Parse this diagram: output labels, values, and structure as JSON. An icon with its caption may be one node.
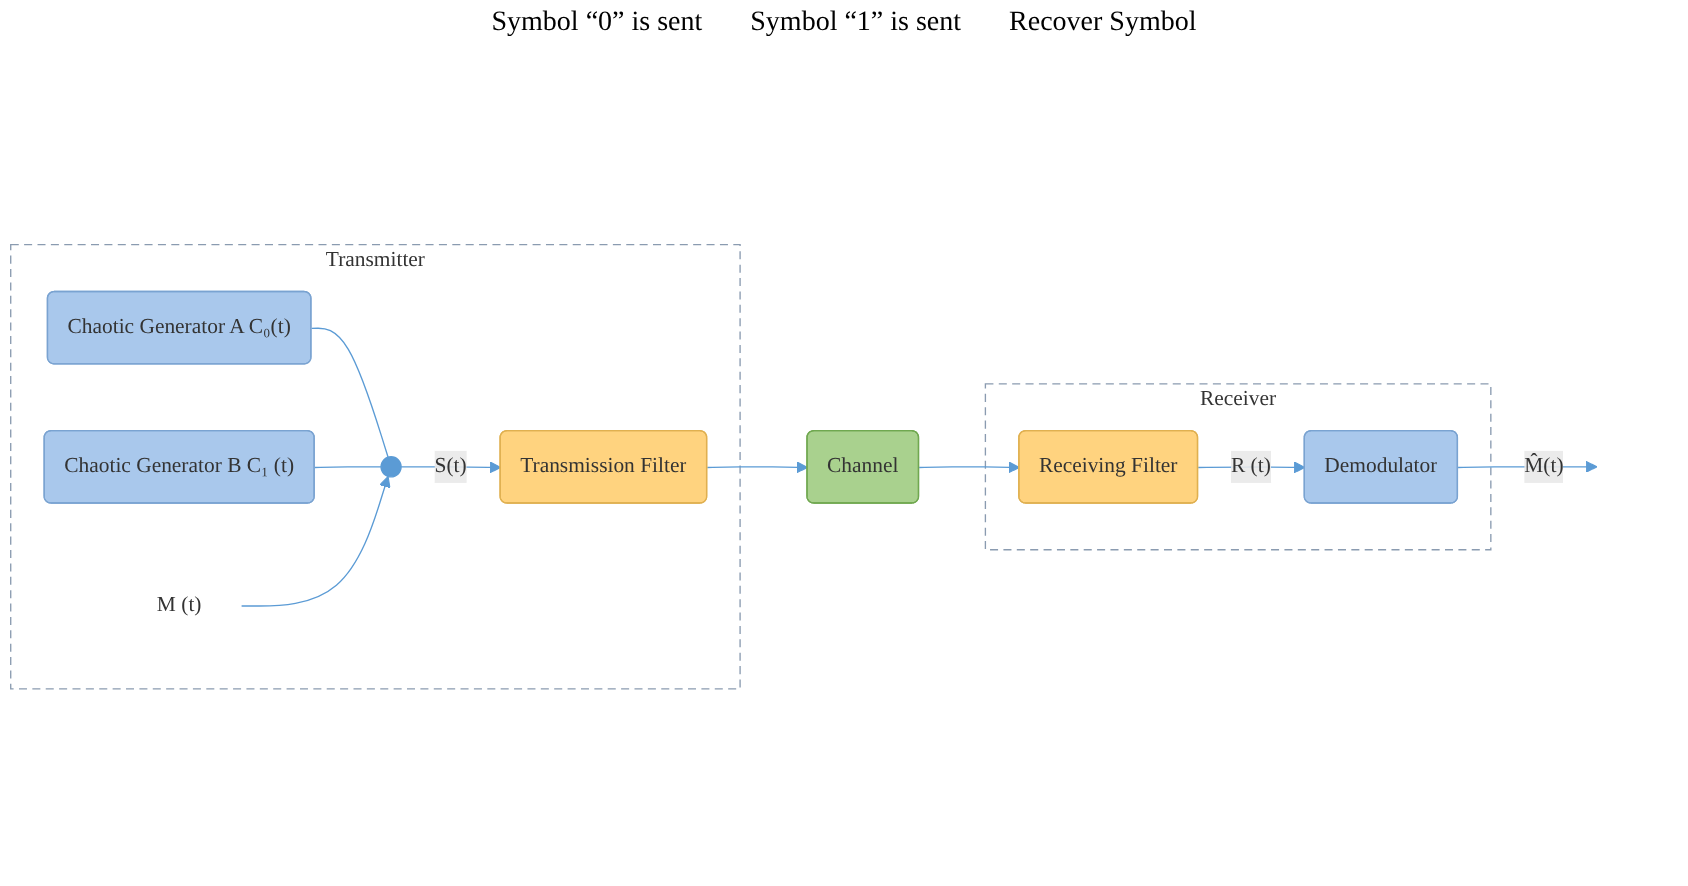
{
  "diagram": {
    "nodes": [
      {
        "text": [
          "Transmitter"
        ]
      },
      {
        "text": [
          "Chaotic Generator A C₀(t)"
        ],
        "in": 0
      },
      {
        "text": [
          "Chaotic Generator B C₁ (t)"
        ],
        "in": 0
      },
      {
        "text": [],
        "shape": "circle",
        "in": 0
      },
      {
        "text": [
          "M (t)"
        ],
        "in": 0
      },
      {
        "text": [
          "Transmission Filter"
        ],
        "in": 0
      },
      {
        "text": [
          "Channel"
        ]
      },
      {
        "text": [
          "Receiver"
        ]
      },
      {
        "text": [
          "Receiving Filter"
        ],
        "in": 7
      },
      {
        "text": [
          "Demodulator"
        ],
        "in": 7
      }
    ],
    "edges": [
      {
        "from": 1,
        "to": 3,
        "arrow": "none"
      },
      {
        "from": 2,
        "to": 3,
        "arrow": "none"
      },
      {
        "from": 4,
        "to": 3,
        "arrow": "to"
      },
      {
        "from": 3,
        "to": 5,
        "arrow": "to",
        "label": "S(t)"
      },
      {
        "from": 5,
        "to": 6,
        "arrow": "to"
      },
      {
        "from": 6,
        "to": 8,
        "arrow": "to"
      },
      {
        "from": 8,
        "to": 9,
        "arrow": "to",
        "label": "R (t)"
      },
      {
        "from": 9,
        "to": null,
        "arrow": "to",
        "label": "M̂(t)"
      }
    ],
    "labels": [
      "Symbol “0” is sent",
      "Symbol “1” is sent",
      "Recover Symbol"
    ]
  }
}
